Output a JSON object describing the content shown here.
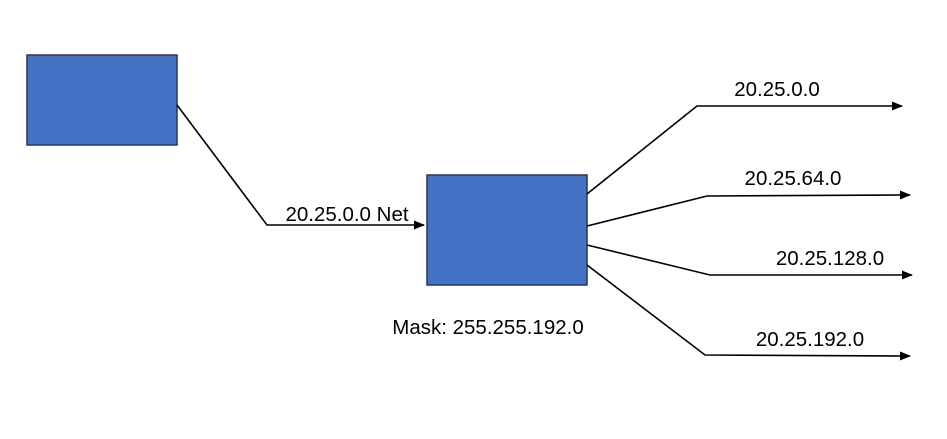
{
  "diagram": {
    "input_link": {
      "label": "20.25.0.0 Net"
    },
    "router": {
      "mask_label": "Mask: 255.255.192.0"
    },
    "subnets": [
      {
        "label": "20.25.0.0"
      },
      {
        "label": "20.25.64.0"
      },
      {
        "label": "20.25.128.0"
      },
      {
        "label": "20.25.192.0"
      }
    ],
    "colors": {
      "box_fill": "#4472C4",
      "box_border": "#263750",
      "line": "#000000",
      "text": "#000000",
      "background": "#FFFFFF"
    }
  }
}
